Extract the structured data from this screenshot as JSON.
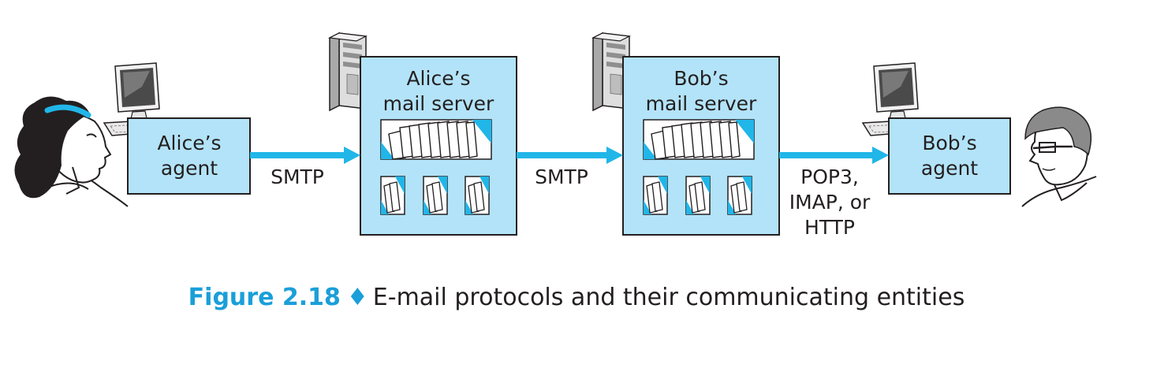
{
  "diagram": {
    "nodes": {
      "alice_agent": {
        "line1": "Alice’s",
        "line2": "agent"
      },
      "alice_server": {
        "line1": "Alice’s",
        "line2": "mail server"
      },
      "bob_server": {
        "line1": "Bob’s",
        "line2": "mail server"
      },
      "bob_agent": {
        "line1": "Bob’s",
        "line2": "agent"
      }
    },
    "edges": {
      "smtp_1": {
        "label": "SMTP"
      },
      "smtp_2": {
        "label": "SMTP"
      },
      "access": {
        "line1": "POP3,",
        "line2": "IMAP, or",
        "line3": "HTTP"
      }
    },
    "icons": [
      "person-alice-icon",
      "desktop-computer-icon",
      "server-tower-icon",
      "mail-queue-icon",
      "mailbox-icon",
      "person-bob-icon"
    ]
  },
  "caption": {
    "label": "Figure 2.18",
    "separator": "♦",
    "text": "E-mail protocols and their communicating entities"
  },
  "colors": {
    "box_fill": "#b3e3f8",
    "box_stroke": "#231f20",
    "arrow": "#21b6e8",
    "caption_accent": "#1a9fd9"
  }
}
